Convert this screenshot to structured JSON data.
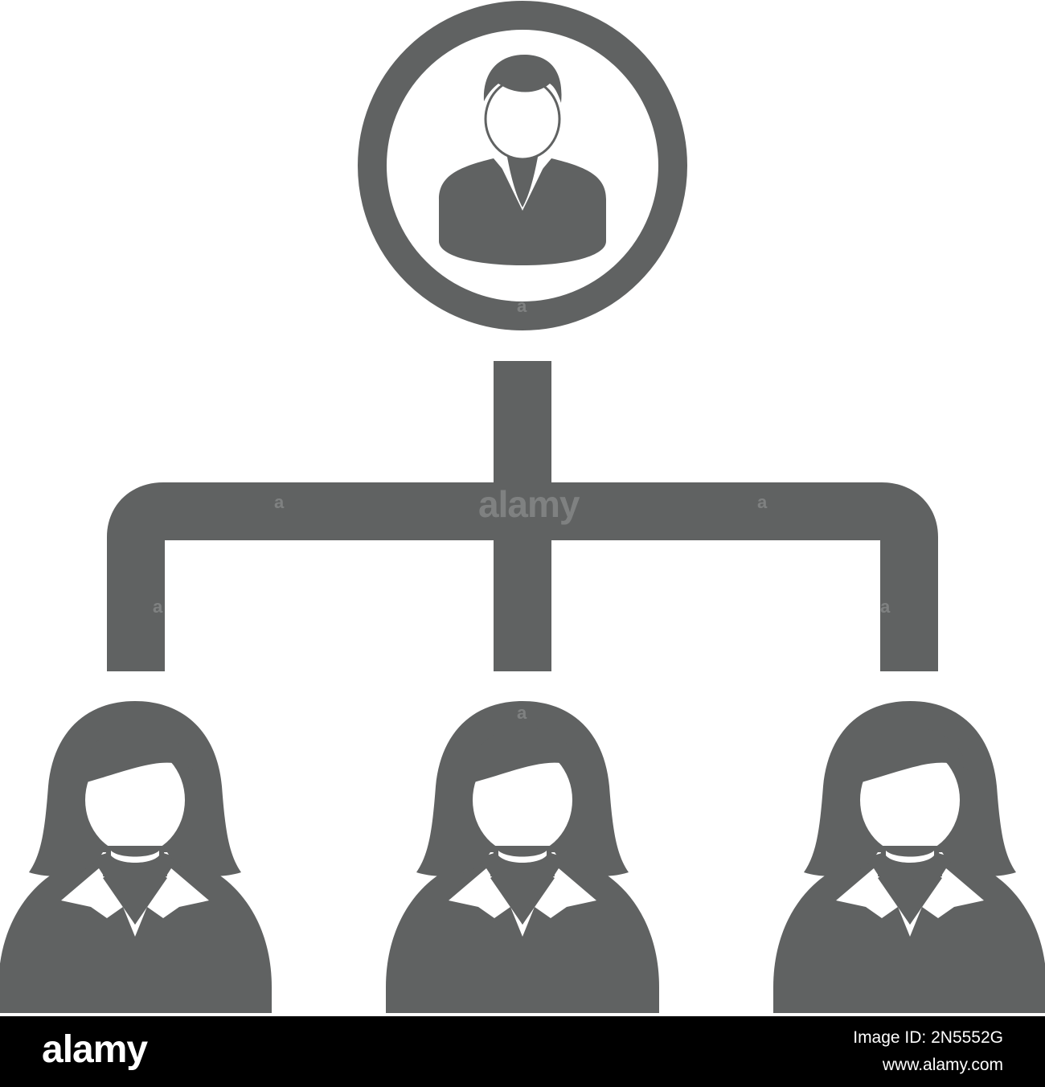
{
  "colors": {
    "icon": "#606262",
    "background": "#ffffff",
    "footer": "#000000",
    "footer_text": "#ffffff"
  },
  "diagram": {
    "top_node_icon": "man-avatar-icon",
    "bottom_node_icon": "woman-avatar-icon",
    "bottom_node_count": 3
  },
  "watermark": {
    "center": "alamy",
    "small_marks": [
      "a",
      "a",
      "a",
      "a",
      "a",
      "a"
    ]
  },
  "footer": {
    "logo": "alamy",
    "image_id": "Image ID: 2N5552G",
    "site": "www.alamy.com"
  }
}
